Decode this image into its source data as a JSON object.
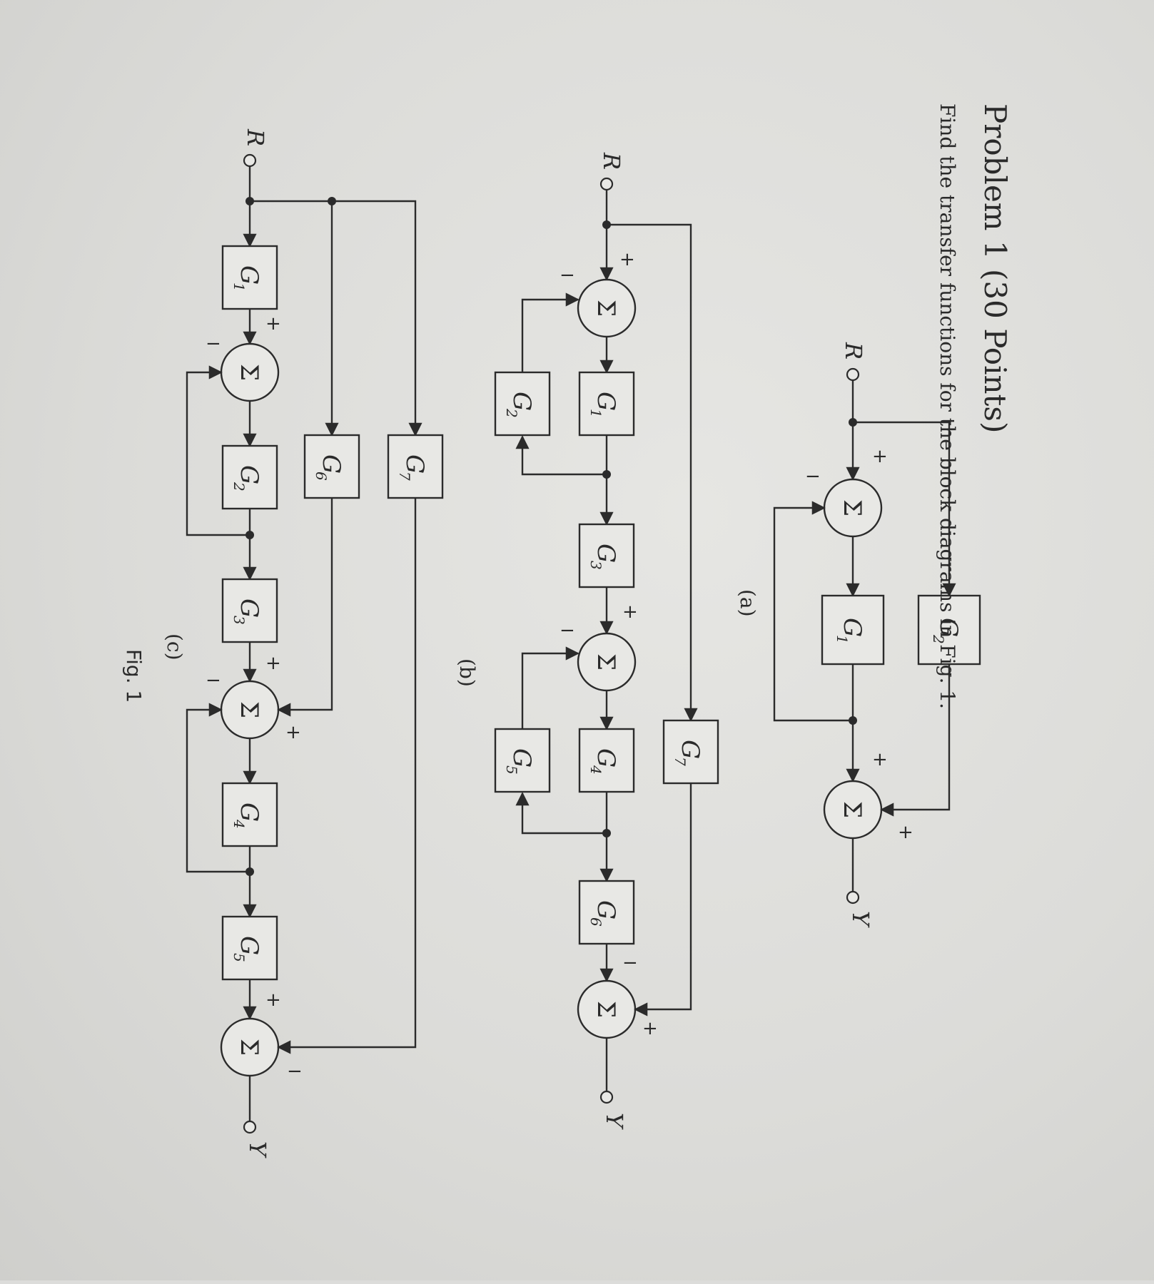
{
  "problem": {
    "title": "Problem 1 (30 Points)",
    "instruction": "Find the transfer functions for the block diagrams in Fig. 1."
  },
  "figure": {
    "caption": "Fig. 1",
    "diagrams": [
      {
        "id": "a",
        "label": "(a)",
        "input": "R",
        "output": "Y",
        "sum_symbol": "Σ",
        "blocks": [
          {
            "name": "G",
            "sub": "1"
          },
          {
            "name": "G",
            "sub": "2"
          }
        ],
        "signs": [
          "+",
          "−",
          "+",
          "+"
        ]
      },
      {
        "id": "b",
        "label": "(b)",
        "input": "R",
        "output": "Y",
        "sum_symbol": "Σ",
        "blocks": [
          {
            "name": "G",
            "sub": "1"
          },
          {
            "name": "G",
            "sub": "2"
          },
          {
            "name": "G",
            "sub": "3"
          },
          {
            "name": "G",
            "sub": "4"
          },
          {
            "name": "G",
            "sub": "5"
          },
          {
            "name": "G",
            "sub": "6"
          },
          {
            "name": "G",
            "sub": "7"
          }
        ],
        "signs": [
          "+",
          "−",
          "+",
          "−",
          "−",
          "+"
        ]
      },
      {
        "id": "c",
        "label": "(c)",
        "input": "R",
        "output": "Y",
        "sum_symbol": "Σ",
        "blocks": [
          {
            "name": "G",
            "sub": "1"
          },
          {
            "name": "G",
            "sub": "2"
          },
          {
            "name": "G",
            "sub": "3"
          },
          {
            "name": "G",
            "sub": "4"
          },
          {
            "name": "G",
            "sub": "5"
          },
          {
            "name": "G",
            "sub": "6"
          },
          {
            "name": "G",
            "sub": "7"
          }
        ],
        "signs": [
          "+",
          "−",
          "+",
          "−",
          "+",
          "+",
          "−"
        ]
      }
    ]
  }
}
